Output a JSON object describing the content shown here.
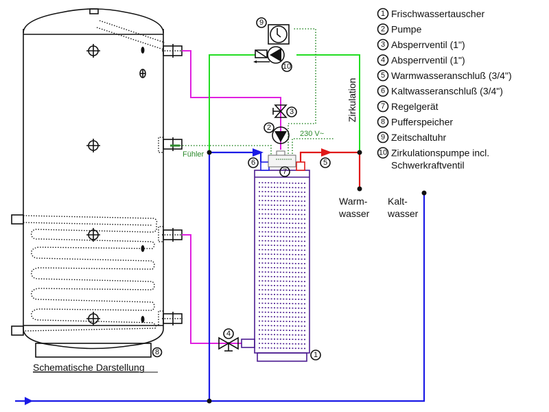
{
  "legend": [
    {
      "num": "1",
      "label": "Frischwassertauscher"
    },
    {
      "num": "2",
      "label": "Pumpe"
    },
    {
      "num": "3",
      "label": "Absperrventil (1\")"
    },
    {
      "num": "4",
      "label": "Absperrventil (1\")"
    },
    {
      "num": "5",
      "label": "Warmwasseranschluß (3/4\")"
    },
    {
      "num": "6",
      "label": "Kaltwasseranschluß (3/4\")"
    },
    {
      "num": "7",
      "label": "Regelgerät"
    },
    {
      "num": "8",
      "label": "Pufferspeicher"
    },
    {
      "num": "9",
      "label": "Zeitschaltuhr"
    },
    {
      "num": "10",
      "label": "Zirkulationspumpe incl.",
      "label2": "Schwerkraftventil"
    }
  ],
  "labels": {
    "zirkulation": "Zirkulation",
    "voltage": "230 V~",
    "fuehler": "Fühler",
    "warm_line1": "Warm-",
    "warm_line2": "wasser",
    "kalt_line1": "Kalt-",
    "kalt_line2": "wasser",
    "caption": "Schematische Darstellung"
  },
  "markers": {
    "m1": "1",
    "m2": "2",
    "m3": "3",
    "m4": "4",
    "m5": "5",
    "m6": "6",
    "m7": "7",
    "m8": "8",
    "m9": "9",
    "m10": "10"
  },
  "colors": {
    "buffer_line": "#e020e0",
    "circulation": "#22dd22",
    "cold_water": "#1a1ae6",
    "hot_water": "#e01818",
    "signal": "#2c8a2c",
    "exchanger": "#4a1a90"
  }
}
